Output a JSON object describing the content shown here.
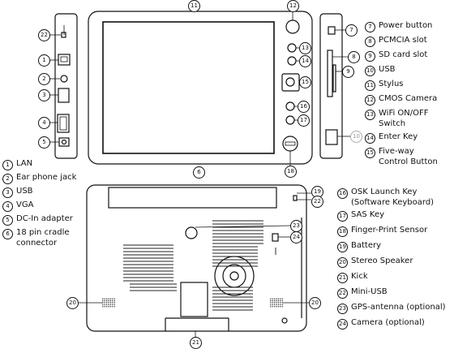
{
  "legend_left": [
    {
      "num": "1",
      "label": "LAN"
    },
    {
      "num": "2",
      "label": "Ear phone jack"
    },
    {
      "num": "3",
      "label": "USB"
    },
    {
      "num": "4",
      "label": "VGA"
    },
    {
      "num": "5",
      "label": "DC-In adapter"
    },
    {
      "num": "6",
      "label": "18 pin cradle\nconnector"
    }
  ],
  "legend_top_right": [
    {
      "num": "7",
      "label": "Power button"
    },
    {
      "num": "8",
      "label": "PCMCIA slot"
    },
    {
      "num": "9",
      "label": "SD card slot"
    },
    {
      "num": "10",
      "label": "USB"
    },
    {
      "num": "11",
      "label": "Stylus"
    },
    {
      "num": "12",
      "label": "CMOS Camera"
    },
    {
      "num": "13",
      "label": "WiFi ON/OFF Switch"
    },
    {
      "num": "14",
      "label": "Enter Key"
    },
    {
      "num": "15",
      "label": "Five-way\nControl Button"
    }
  ],
  "legend_bottom_right": [
    {
      "num": "16",
      "label": "OSK Launch Key\n(Software Keyboard)"
    },
    {
      "num": "17",
      "label": "SAS Key"
    },
    {
      "num": "18",
      "label": "Finger-Print Sensor"
    },
    {
      "num": "19",
      "label": "Battery"
    },
    {
      "num": "20",
      "label": "Stereo Speaker"
    },
    {
      "num": "21",
      "label": "Kick"
    },
    {
      "num": "22",
      "label": "Mini-USB"
    },
    {
      "num": "23",
      "label": "GPS-antenna (optional)"
    },
    {
      "num": "24",
      "label": "Camera (optional)"
    }
  ],
  "callouts": {
    "c22_left": "22",
    "c1": "1",
    "c2": "2",
    "c3": "3",
    "c4": "4",
    "c5": "5",
    "c11": "11",
    "c12": "12",
    "c13": "13",
    "c14": "14",
    "c15": "15",
    "c16": "16",
    "c17": "17",
    "c18": "18",
    "c6": "6",
    "c7": "7",
    "c8": "8",
    "c9": "9",
    "c10_faint": "10",
    "c19": "19",
    "c22_back": "22",
    "c23": "23",
    "c24": "24",
    "c20_left": "20",
    "c20_right": "20",
    "c21": "21"
  }
}
